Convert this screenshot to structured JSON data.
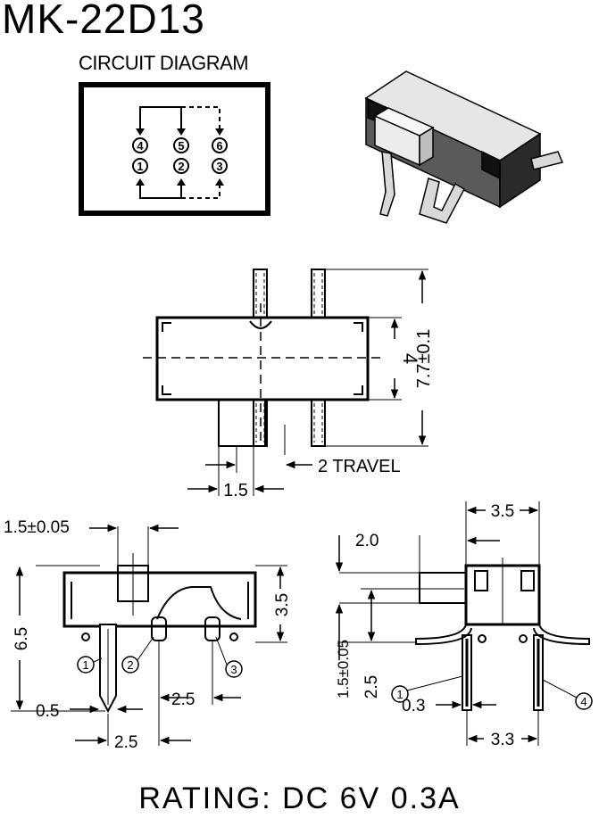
{
  "title": "MK-22D13",
  "circuit_label": "CIRCUIT DIAGRAM",
  "pins_top": [
    "4",
    "5",
    "6"
  ],
  "pins_bottom": [
    "1",
    "2",
    "3"
  ],
  "dims": {
    "top_width": "4",
    "top_height": "7.7±0.1",
    "travel": "2 TRAVEL",
    "pitch": "1.5",
    "side_pin_w": "1.5±0.05",
    "side_height": "6.5",
    "side_body": "3.5",
    "side_pitch": "2.5",
    "side_pin_th": "0.5",
    "side_pitch2": "2.5",
    "end_width": "3.5",
    "end_offset": "2.0",
    "end_pin_len": "1.5±0.05",
    "end_pin_h": "2.5",
    "end_pin_th": "0.3",
    "end_span": "3.3"
  },
  "callouts": {
    "c1": "1",
    "c2": "2",
    "c3": "3",
    "e1": "1",
    "e4": "4"
  },
  "rating": "RATING: DC 6V  0.3A"
}
